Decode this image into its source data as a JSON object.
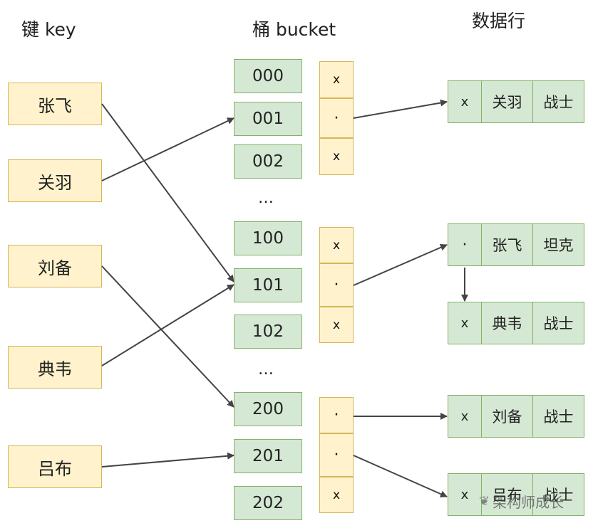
{
  "headers": {
    "key": "键 key",
    "bucket": "桶 bucket",
    "rows": "数据行"
  },
  "keys": [
    "张飞",
    "关羽",
    "刘备",
    "典韦",
    "吕布"
  ],
  "buckets": [
    "000",
    "001",
    "002",
    "100",
    "101",
    "102",
    "200",
    "201",
    "202"
  ],
  "ellipsis": "…",
  "slot_groups": [
    [
      "x",
      "·",
      "x"
    ],
    [
      "x",
      "·",
      "x"
    ],
    [
      "·",
      "·",
      "x"
    ]
  ],
  "data_rows": [
    {
      "ptr": "x",
      "name": "关羽",
      "role": "战士"
    },
    {
      "ptr": "·",
      "name": "张飞",
      "role": "坦克"
    },
    {
      "ptr": "x",
      "name": "典韦",
      "role": "战士"
    },
    {
      "ptr": "x",
      "name": "刘备",
      "role": "战士"
    },
    {
      "ptr": "x",
      "name": "吕布",
      "role": "战士"
    }
  ],
  "mappings": [
    {
      "from": "张飞",
      "to": "101"
    },
    {
      "from": "关羽",
      "to": "001"
    },
    {
      "from": "刘备",
      "to": "200"
    },
    {
      "from": "典韦",
      "to": "101"
    },
    {
      "from": "吕布",
      "to": "201"
    }
  ],
  "watermark": {
    "text": "架构师成长",
    "icon": "wechat-icon"
  },
  "colors": {
    "key_fill": "#fff2cc",
    "key_border": "#d6b656",
    "bucket_fill": "#d5e8d4",
    "bucket_border": "#82b366",
    "arrow": "#444444"
  }
}
